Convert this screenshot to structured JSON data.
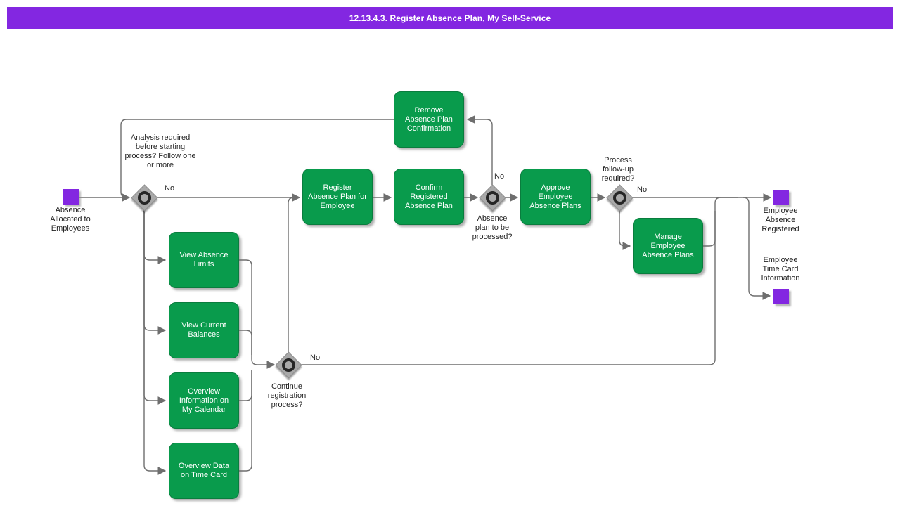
{
  "title": "12.13.4.3. Register Absence Plan, My Self-Service",
  "colors": {
    "title_bar": "#8327e1",
    "event": "#8327e1",
    "activity": "#099b4c",
    "gateway": "#a9a9a9",
    "connector": "#6e6e6e",
    "ink": "#1f1f1f"
  },
  "events": {
    "start": {
      "label": "Absence Allocated to Employees"
    },
    "end_registered": {
      "label": "Employee Absence Registered"
    },
    "end_timecard": {
      "label": "Employee Time Card Information"
    }
  },
  "gateways": {
    "analysis": {
      "question": "Analysis required before starting process? Follow one or more",
      "branch_label": "No"
    },
    "process_plan": {
      "question": "Absence plan to be processed?",
      "branch_label": "No"
    },
    "follow_up": {
      "question": "Process follow-up required?",
      "branch_label": "No"
    },
    "continue_registration": {
      "question": "Continue registration process?",
      "branch_label": "No"
    }
  },
  "activities": {
    "remove": {
      "label": "Remove Absence Plan Confirmation"
    },
    "register": {
      "label": "Register Absence Plan for Employee"
    },
    "confirm": {
      "label": "Confirm Registered Absence Plan"
    },
    "approve": {
      "label": "Approve Employee Absence Plans"
    },
    "manage": {
      "label": "Manage Employee Absence Plans"
    },
    "view_limits": {
      "label": "View Absence Limits"
    },
    "view_balances": {
      "label": "View Current Balances"
    },
    "overview_calendar": {
      "label": "Overview Information on My Calendar"
    },
    "overview_timecard": {
      "label": "Overview Data on Time Card"
    }
  }
}
